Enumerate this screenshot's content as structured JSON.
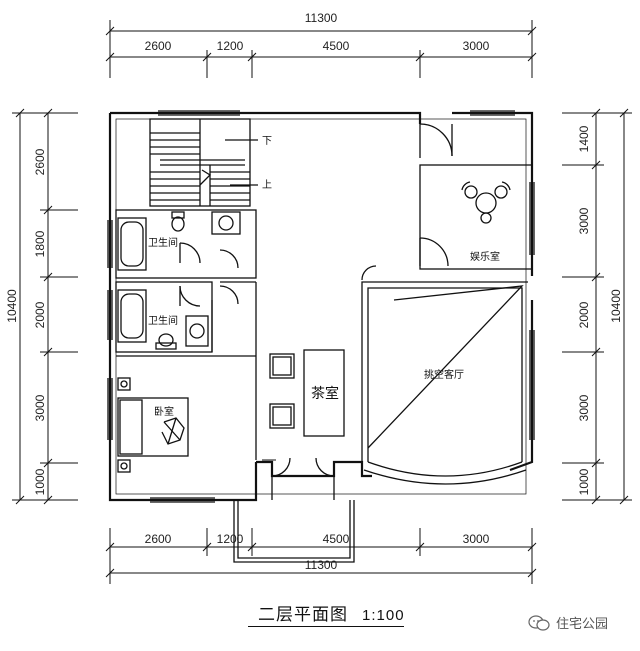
{
  "dimensions": {
    "top_total": "11300",
    "top_segments": [
      "2600",
      "1200",
      "4500",
      "3000"
    ],
    "bottom_segments": [
      "2600",
      "1200",
      "4500",
      "3000"
    ],
    "bottom_total": "11300",
    "left_total": "10400",
    "left_segments": [
      "2600",
      "1800",
      "2000",
      "3000",
      "1000"
    ],
    "right_total": "10400",
    "right_segments": [
      "1400",
      "3000",
      "2000",
      "3000",
      "1000"
    ]
  },
  "rooms": {
    "stair_down": "下",
    "stair_up": "上",
    "bath1": "卫生间",
    "bath2": "卫生间",
    "entertainment": "娱乐室",
    "tea_room": "茶室",
    "void_living": "挑空客厅",
    "bedroom": "卧室"
  },
  "title": {
    "name": "二层平面图",
    "scale": "1:100"
  },
  "watermark": {
    "text": "住宅公园",
    "icon": "wechat-icon"
  }
}
